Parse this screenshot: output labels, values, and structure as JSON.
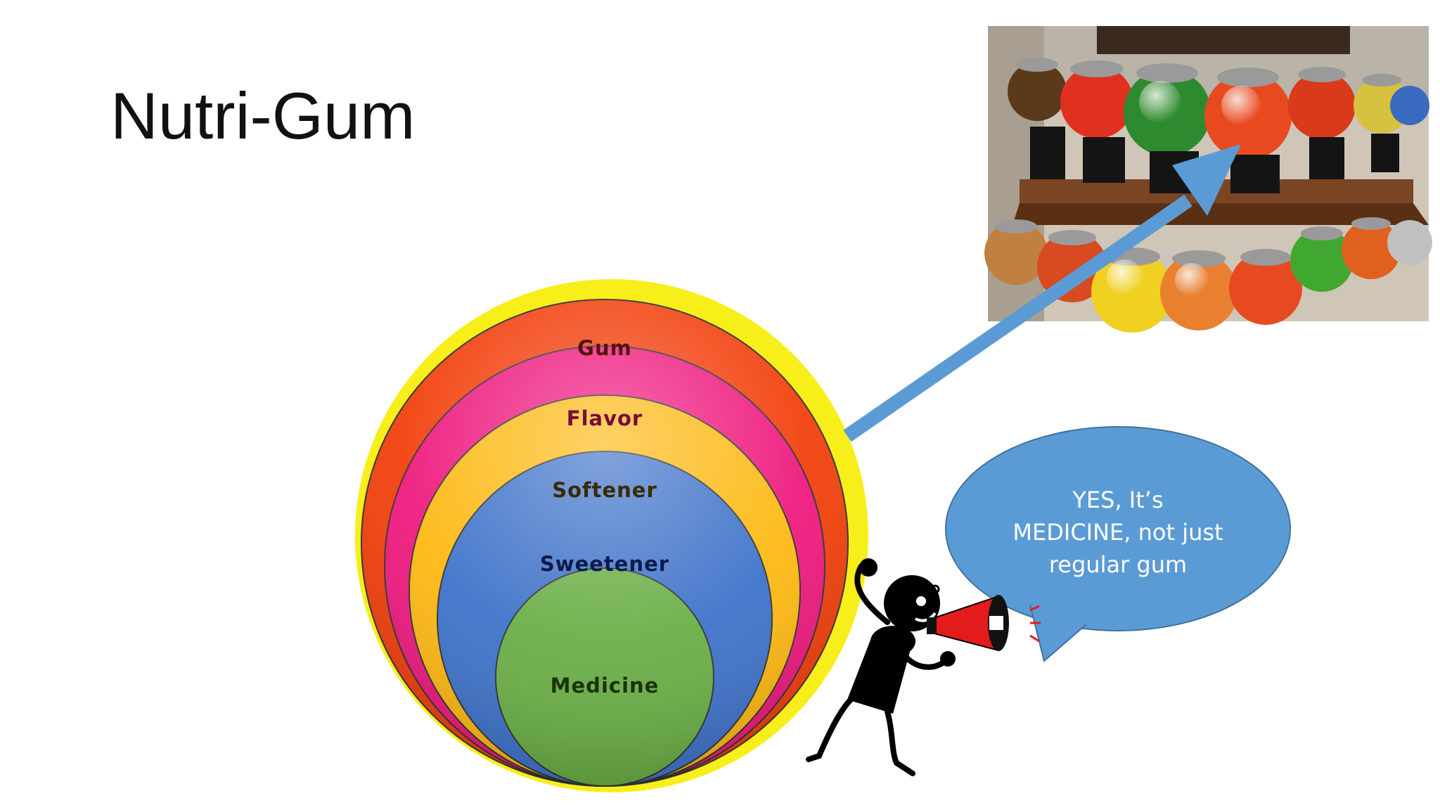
{
  "slide": {
    "title": "Nutri-Gum"
  },
  "diagram": {
    "rings": [
      {
        "label": "Gum",
        "fill": "#f2400c",
        "text_color": "#5a1010"
      },
      {
        "label": "Flavor",
        "fill": "#ee1a7e",
        "text_color": "#7a0a3a"
      },
      {
        "label": "Softener",
        "fill": "#fdb913",
        "text_color": "#3a2a00"
      },
      {
        "label": "Sweetener",
        "fill": "#3f73c9",
        "text_color": "#0b1a4a"
      },
      {
        "label": "Medicine",
        "fill": "#6aae46",
        "text_color": "#1a3309"
      }
    ],
    "outer_rim_color": "#f7ee1a"
  },
  "speech_bubble": {
    "lines": [
      "YES, It’s",
      "MEDICINE, not just",
      "regular gum"
    ],
    "fill": "#5b9bd5"
  },
  "arrow": {
    "color": "#5b9bd5"
  },
  "photo": {
    "icon": "gumball-machines-photo"
  },
  "character": {
    "icon": "stick-figure-megaphone-icon"
  }
}
